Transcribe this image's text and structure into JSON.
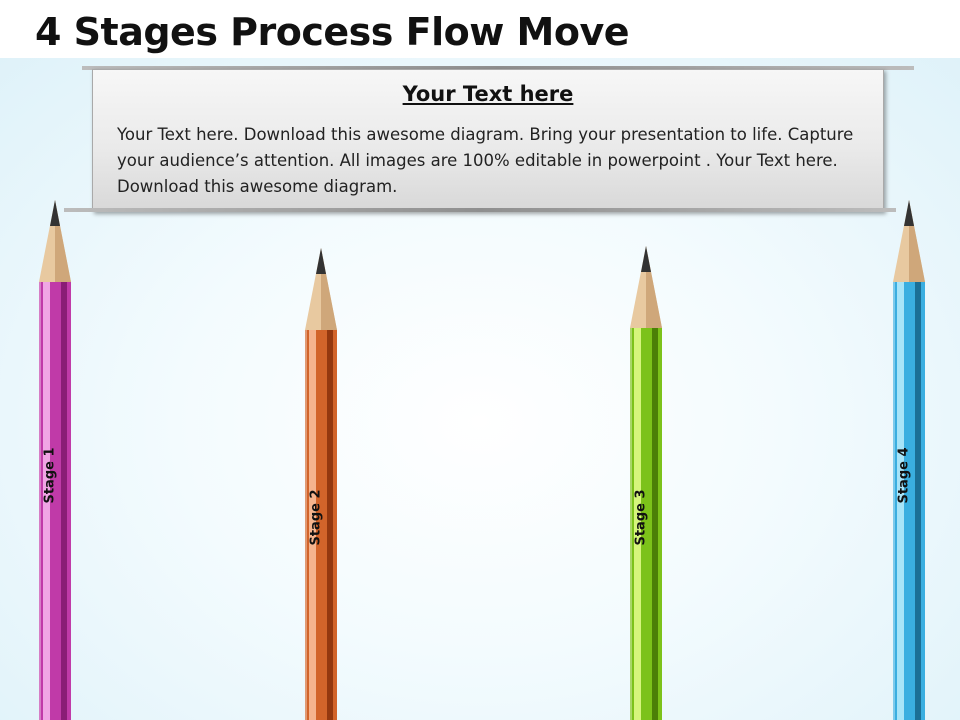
{
  "slide": {
    "title": "4 Stages Process Flow Move"
  },
  "text_box": {
    "heading": "Your Text here",
    "body": "Your Text here. Download this awesome diagram. Bring your presentation to life. Capture your audience’s attention. All images are 100% editable in powerpoint . Your Text here. Download this awesome diagram."
  },
  "stages": [
    {
      "label": "Stage 1",
      "color": "#c03aa8",
      "light": "#f0a6e4",
      "dark": "#8a1d76"
    },
    {
      "label": "Stage 2",
      "color": "#d2642a",
      "light": "#f5b48e",
      "dark": "#94380f"
    },
    {
      "label": "Stage 3",
      "color": "#7cc21a",
      "light": "#d6f57c",
      "dark": "#4c7f07"
    },
    {
      "label": "Stage 4",
      "color": "#3aaee0",
      "light": "#a8e4f8",
      "dark": "#1b6f96"
    }
  ]
}
